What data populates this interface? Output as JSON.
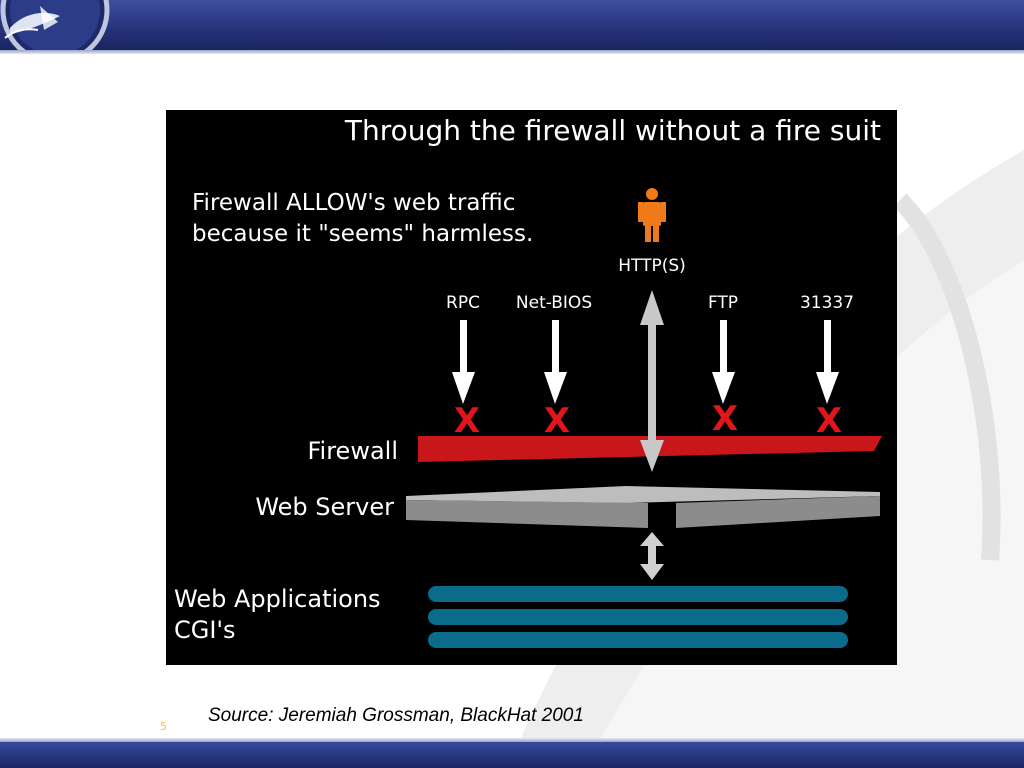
{
  "slide": {
    "number": "5",
    "source": "Source: Jeremiah Grossman, BlackHat 2001"
  },
  "diagram": {
    "title": "Through the firewall without a fire suit",
    "note_line1": "Firewall ALLOW's web traffic",
    "note_line2": "because it \"seems\" harmless.",
    "http_label": "HTTP(S)",
    "blocked_ports": [
      "RPC",
      "Net-BIOS",
      "FTP",
      "31337"
    ],
    "blocked_mark": "X",
    "layer_firewall": "Firewall",
    "layer_webserver": "Web Server",
    "layer_apps_line1": "Web Applications",
    "layer_apps_line2": "CGI's",
    "colors": {
      "firewall": "#c8161b",
      "webserver": "#8c8c8c",
      "apps": "#0b6b8a",
      "person": "#f07a1a",
      "x_mark": "#e0161b",
      "arrow": "#ffffff",
      "http_arrow": "#c8c8c8"
    }
  }
}
